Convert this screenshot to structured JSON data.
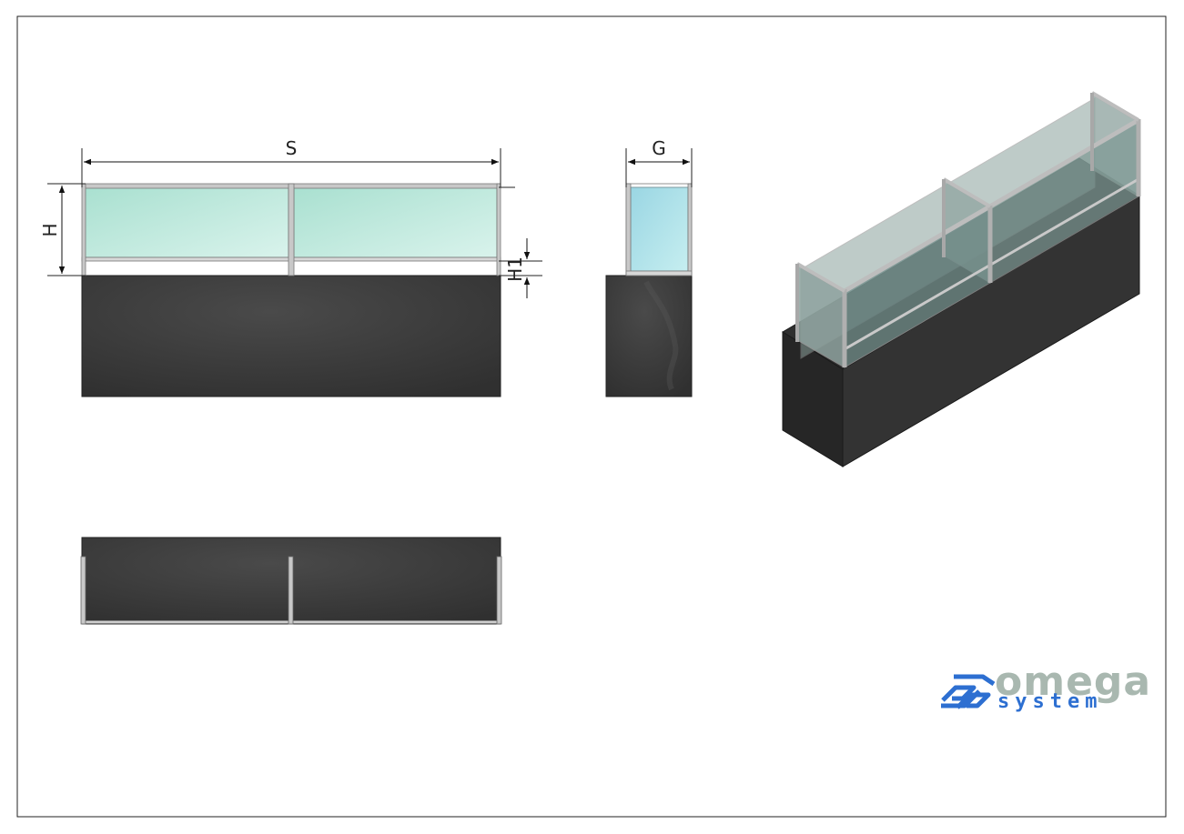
{
  "drawing": {
    "dimensions": {
      "width_label": "S",
      "height_label": "H",
      "offset_label": "H1",
      "depth_label": "G"
    },
    "views": [
      "front-view",
      "side-view",
      "isometric-view",
      "top-view"
    ]
  },
  "logo": {
    "main": "omega",
    "sub": "system",
    "brand_color": "#2d6fd1",
    "text_color": "#a9b8b0"
  },
  "colors": {
    "base": "#3a3a3a",
    "glass_front": "#bfe9dc",
    "glass_side": "#a6dde6",
    "glass_iso": "#7f9a96",
    "frame": "#b5b5b5"
  }
}
